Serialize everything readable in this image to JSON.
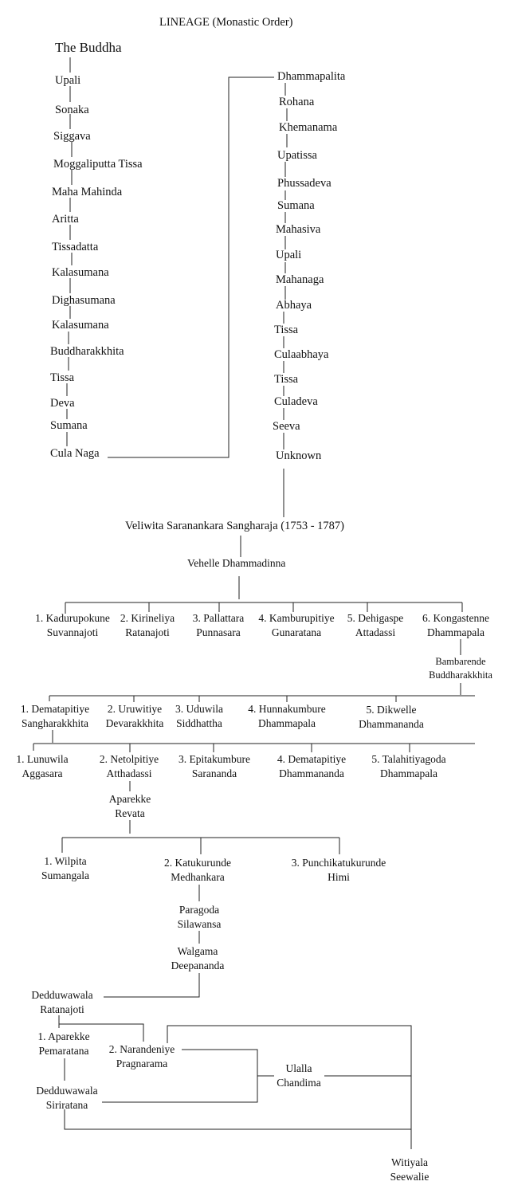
{
  "title": "LINEAGE (Monastic Order)",
  "column1": [
    "The Buddha",
    "Upali",
    "Sonaka",
    "Siggava",
    "Moggaliputta Tissa",
    "Maha Mahinda",
    "Aritta",
    "Tissadatta",
    "Kalasumana",
    "Dighasumana",
    "Kalasumana",
    "Buddharakkhita",
    "Tissa",
    "Deva",
    "Sumana",
    "Cula Naga"
  ],
  "column2": [
    "Dhammapalita",
    "Rohana",
    "Khemanama",
    "Upatissa",
    "Phussadeva",
    "Sumana",
    "Mahasiva",
    "Upali",
    "Mahanaga",
    "Abhaya",
    "Tissa",
    "Culaabhaya",
    "Tissa",
    "Culadeva",
    "Seeva",
    "Unknown"
  ],
  "sangharaja": "Veliwita Saranankara Sangharaja (1753 - 1787)",
  "vehelle": "Vehelle Dhammadinna",
  "gen1": [
    {
      "l1": "1. Kadurupokune",
      "l2": "Suvannajoti"
    },
    {
      "l1": "2. Kirineliya",
      "l2": "Ratanajoti"
    },
    {
      "l1": "3. Pallattara",
      "l2": "Punnasara"
    },
    {
      "l1": "4. Kamburupitiye",
      "l2": "Gunaratana"
    },
    {
      "l1": "5. Dehigaspe",
      "l2": "Attadassi"
    },
    {
      "l1": "6. Kongastenne",
      "l2": "Dhammapala"
    }
  ],
  "bambarende": {
    "l1": "Bambarende",
    "l2": "Buddharakkhita"
  },
  "gen2": [
    {
      "l1": "1. Dematapitiye",
      "l2": "Sangharakkhita"
    },
    {
      "l1": "2. Uruwitiye",
      "l2": "Devarakkhita"
    },
    {
      "l1": "3. Uduwila",
      "l2": "Siddhattha"
    },
    {
      "l1": "4. Hunnakumbure",
      "l2": "Dhammapala"
    },
    {
      "l1": "5. Dikwelle",
      "l2": "Dhammananda"
    }
  ],
  "gen3": [
    {
      "l1": "1. Lunuwila",
      "l2": "Aggasara"
    },
    {
      "l1": "2. Netolpitiye",
      "l2": "Atthadassi"
    },
    {
      "l1": "3. Epitakumbure",
      "l2": "Sarananda"
    },
    {
      "l1": "4. Dematapitiye",
      "l2": "Dhammananda"
    },
    {
      "l1": "5. Talahitiyagoda",
      "l2": "Dhammapala"
    }
  ],
  "aparekke_revata": {
    "l1": "Aparekke",
    "l2": "Revata"
  },
  "gen4": [
    {
      "l1": "1. Wilpita",
      "l2": "Sumangala"
    },
    {
      "l1": "2. Katukurunde",
      "l2": "Medhankara"
    },
    {
      "l1": "3. Punchikatukurunde",
      "l2": "Himi"
    }
  ],
  "paragoda": {
    "l1": "Paragoda",
    "l2": "Silawansa"
  },
  "walgama": {
    "l1": "Walgama",
    "l2": "Deepananda"
  },
  "dedduwawala_ratanajoti": {
    "l1": "Dedduwawala",
    "l2": "Ratanajoti"
  },
  "aparekke_pemaratana": {
    "l1": "1. Aparekke",
    "l2": "Pemaratana"
  },
  "narandeniye": {
    "l1": "2. Narandeniye",
    "l2": "Pragnarama"
  },
  "ulalla": {
    "l1": "Ulalla",
    "l2": "Chandima"
  },
  "dedduwawala_siriratana": {
    "l1": "Dedduwawala",
    "l2": "Siriratana"
  },
  "witiyala": {
    "l1": "Witiyala",
    "l2": "Seewalie"
  }
}
